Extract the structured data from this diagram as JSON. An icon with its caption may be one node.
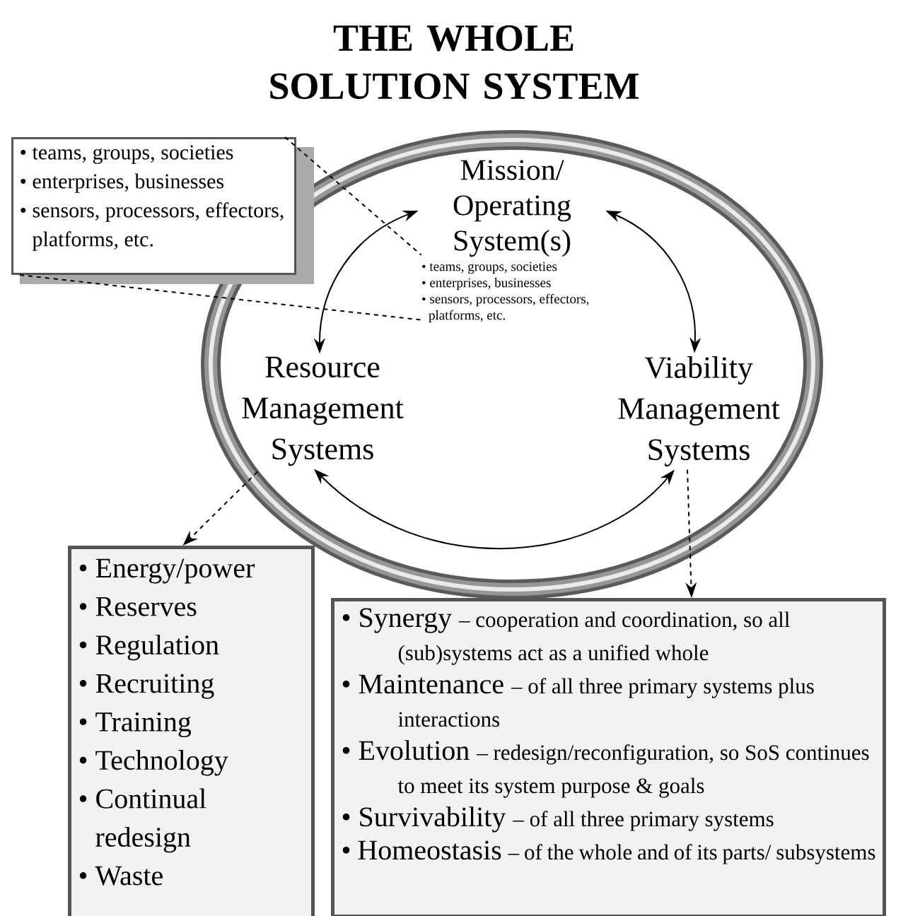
{
  "diagram": {
    "title": "THE WHOLE SOLUTION SYSTEM",
    "nodes": [
      {
        "text": [],
        "shape": "ellipse"
      },
      {
        "text": [
          "• teams, groups, societies",
          "• enterprises, businesses",
          "• sensors, processors, effectors, platforms, etc."
        ]
      },
      {
        "text": [
          "Mission/ Operating System(s)",
          "• teams, groups, societies",
          "• enterprises, businesses",
          "• sensors, processors, effectors, platforms, etc."
        ],
        "in": 0
      },
      {
        "text": [
          "Resource Management Systems"
        ],
        "in": 0
      },
      {
        "text": [
          "Viability Management Systems"
        ],
        "in": 0
      },
      {
        "text": [
          "• Energy/power",
          "• Reserves",
          "• Regulation",
          "• Recruiting",
          "• Training",
          "• Technology",
          "• Continual redesign",
          "• Waste"
        ]
      },
      {
        "text": [
          "• Synergy",
          "– cooperation and coordination, so all (sub)systems act as a unified whole",
          "• Maintenance",
          "– of all three primary systems plus interactions",
          "• Evolution",
          "– redesign/reconfiguration, so SoS continues to meet its system purpose & goals",
          "• Survivability",
          "– of all three primary systems",
          "• Homeostasis",
          "– of the whole and of its parts/ subsystems"
        ]
      }
    ],
    "edges": [
      {
        "from": 1,
        "to": 2,
        "arrow": "none",
        "style": "dashed"
      },
      {
        "from": 1,
        "to": 2,
        "arrow": "none",
        "style": "dashed"
      },
      {
        "from": 2,
        "to": 3,
        "arrow": "both"
      },
      {
        "from": 2,
        "to": 4,
        "arrow": "both"
      },
      {
        "from": 3,
        "to": 4,
        "arrow": "both"
      },
      {
        "from": 3,
        "to": 5,
        "arrow": "to",
        "style": "dashed"
      },
      {
        "from": 4,
        "to": 6,
        "arrow": "to",
        "style": "dashed"
      }
    ]
  }
}
